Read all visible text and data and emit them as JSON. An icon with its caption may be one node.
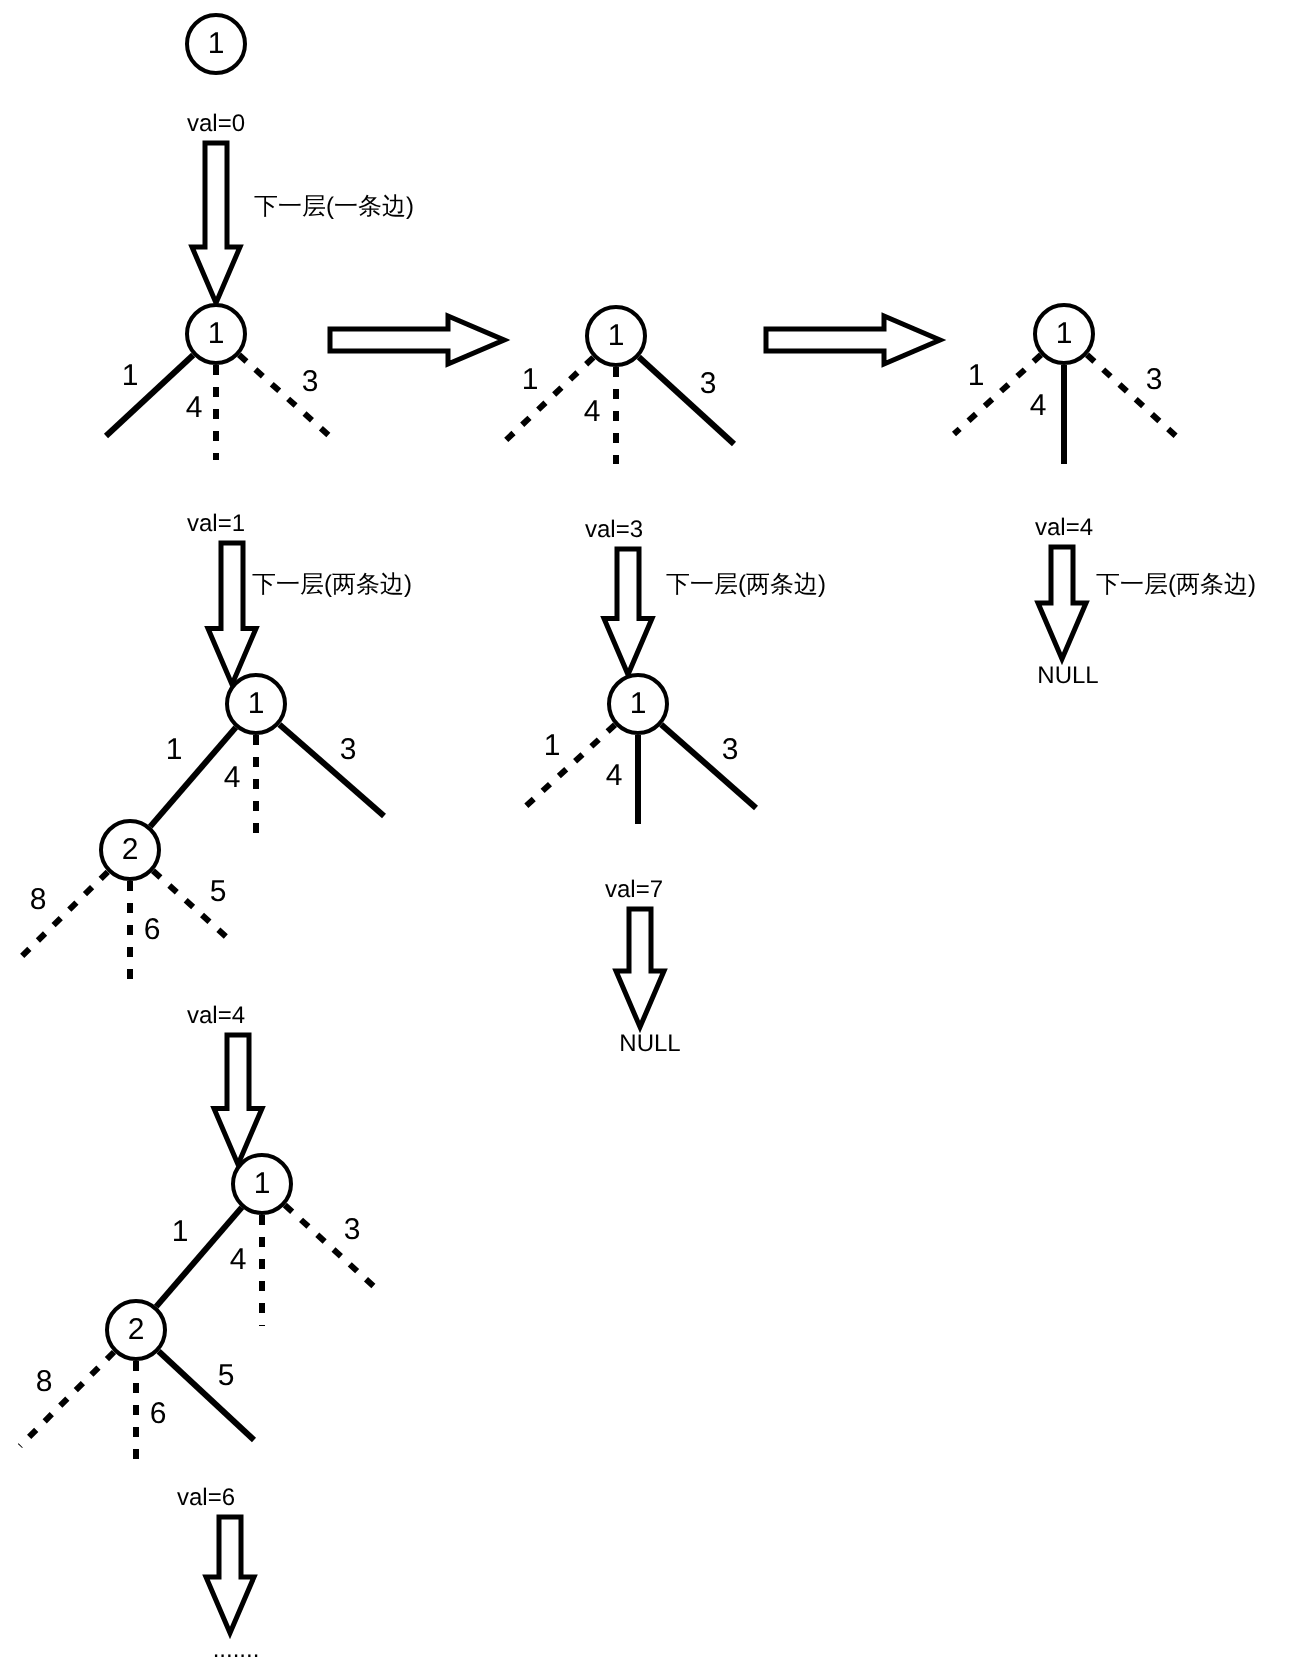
{
  "diagram": {
    "nodes": [
      {
        "text": [
          "1"
        ]
      },
      {
        "text": [
          "val=0"
        ]
      },
      {
        "text": [
          "1"
        ]
      },
      {
        "text": [
          "val=1"
        ]
      },
      {
        "text": [
          "1"
        ]
      },
      {
        "text": [
          "val=3"
        ]
      },
      {
        "text": [
          "1"
        ]
      },
      {
        "text": [
          "val=4"
        ]
      },
      {
        "text": [
          "1"
        ]
      },
      {
        "text": [
          "1"
        ]
      },
      {
        "text": [
          "NULL"
        ]
      },
      {
        "text": [
          "2"
        ]
      },
      {
        "text": [
          "val=7"
        ]
      },
      {
        "text": [
          "val=4"
        ]
      },
      {
        "text": [
          "NULL"
        ]
      },
      {
        "text": [
          "1"
        ]
      },
      {
        "text": [
          "2"
        ]
      },
      {
        "text": [
          "val=6"
        ]
      },
      {
        "text": [
          "......."
        ]
      }
    ],
    "edges": [
      {
        "from": 1,
        "to": 2,
        "arrow": "to",
        "label": "下一层(一条边)"
      },
      {
        "from": 2,
        "to": null,
        "arrow": "none",
        "label": "1"
      },
      {
        "from": 2,
        "to": null,
        "arrow": "none",
        "label": "4",
        "style": "dashed"
      },
      {
        "from": 2,
        "to": null,
        "arrow": "none",
        "label": "3",
        "style": "dashed"
      },
      {
        "from": 2,
        "to": 4,
        "arrow": "to"
      },
      {
        "from": 4,
        "to": null,
        "arrow": "none",
        "label": "1",
        "style": "dashed"
      },
      {
        "from": 4,
        "to": null,
        "arrow": "none",
        "label": "4",
        "style": "dashed"
      },
      {
        "from": 4,
        "to": null,
        "arrow": "none",
        "label": "3"
      },
      {
        "from": 4,
        "to": 6,
        "arrow": "to"
      },
      {
        "from": 6,
        "to": null,
        "arrow": "none",
        "label": "1",
        "style": "dashed"
      },
      {
        "from": 6,
        "to": null,
        "arrow": "none",
        "label": "4"
      },
      {
        "from": 6,
        "to": null,
        "arrow": "none",
        "label": "3",
        "style": "dashed"
      },
      {
        "from": 3,
        "to": 8,
        "arrow": "to",
        "label": "下一层(两条边)"
      },
      {
        "from": 5,
        "to": 9,
        "arrow": "to",
        "label": "下一层(两条边)"
      },
      {
        "from": 7,
        "to": 10,
        "arrow": "to",
        "label": "下一层(两条边)"
      },
      {
        "from": 8,
        "to": 11,
        "arrow": "none",
        "label": "1"
      },
      {
        "from": 8,
        "to": null,
        "arrow": "none",
        "label": "4",
        "style": "dashed"
      },
      {
        "from": 8,
        "to": null,
        "arrow": "none",
        "label": "3"
      },
      {
        "from": 11,
        "to": null,
        "arrow": "none",
        "label": "8",
        "style": "dashed"
      },
      {
        "from": 11,
        "to": null,
        "arrow": "none",
        "label": "6",
        "style": "dashed"
      },
      {
        "from": 11,
        "to": null,
        "arrow": "none",
        "label": "5",
        "style": "dashed"
      },
      {
        "from": 9,
        "to": null,
        "arrow": "none",
        "label": "1",
        "style": "dashed"
      },
      {
        "from": 9,
        "to": null,
        "arrow": "none",
        "label": "4"
      },
      {
        "from": 9,
        "to": null,
        "arrow": "none",
        "label": "3"
      },
      {
        "from": 12,
        "to": 14,
        "arrow": "to"
      },
      {
        "from": 13,
        "to": 15,
        "arrow": "to"
      },
      {
        "from": 15,
        "to": 16,
        "arrow": "none",
        "label": "1"
      },
      {
        "from": 15,
        "to": null,
        "arrow": "none",
        "label": "4",
        "style": "dashed"
      },
      {
        "from": 15,
        "to": null,
        "arrow": "none",
        "label": "3",
        "style": "dashed"
      },
      {
        "from": 16,
        "to": null,
        "arrow": "none",
        "label": "8",
        "style": "dashed"
      },
      {
        "from": 16,
        "to": null,
        "arrow": "none",
        "label": "6",
        "style": "dashed"
      },
      {
        "from": 16,
        "to": null,
        "arrow": "none",
        "label": "5"
      },
      {
        "from": 17,
        "to": 18,
        "arrow": "to"
      }
    ]
  }
}
